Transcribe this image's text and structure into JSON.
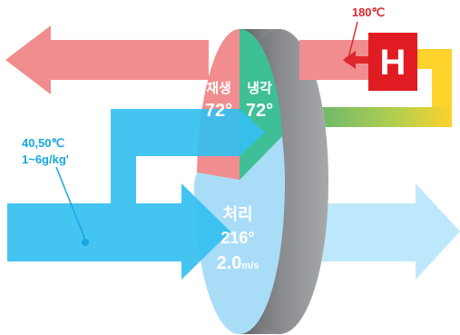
{
  "heater": {
    "temperature": "180℃",
    "letter": "H"
  },
  "inlet": {
    "temperature": "40,50℃",
    "humidity": "1~6g/kg'"
  },
  "zones": {
    "regeneration": {
      "name": "재생",
      "angle": "72°"
    },
    "cooling": {
      "name": "냉각",
      "angle": "72°"
    },
    "process": {
      "name": "처리",
      "angle": "216°",
      "velocity_value": "2.0",
      "velocity_unit": "m/s"
    }
  },
  "colors": {
    "hot_air": "#f28d8f",
    "heater_box": "#e11b22",
    "process_air": "#34bff0",
    "dry_air": "#bde8fb",
    "yellow": "#fdd22b",
    "green": "#7fc24a",
    "cooling_zone": "#3fbf96",
    "process_zone": "#a9ddf7",
    "wheel_rim": "#8f9194",
    "label_red": "#e0262b"
  }
}
